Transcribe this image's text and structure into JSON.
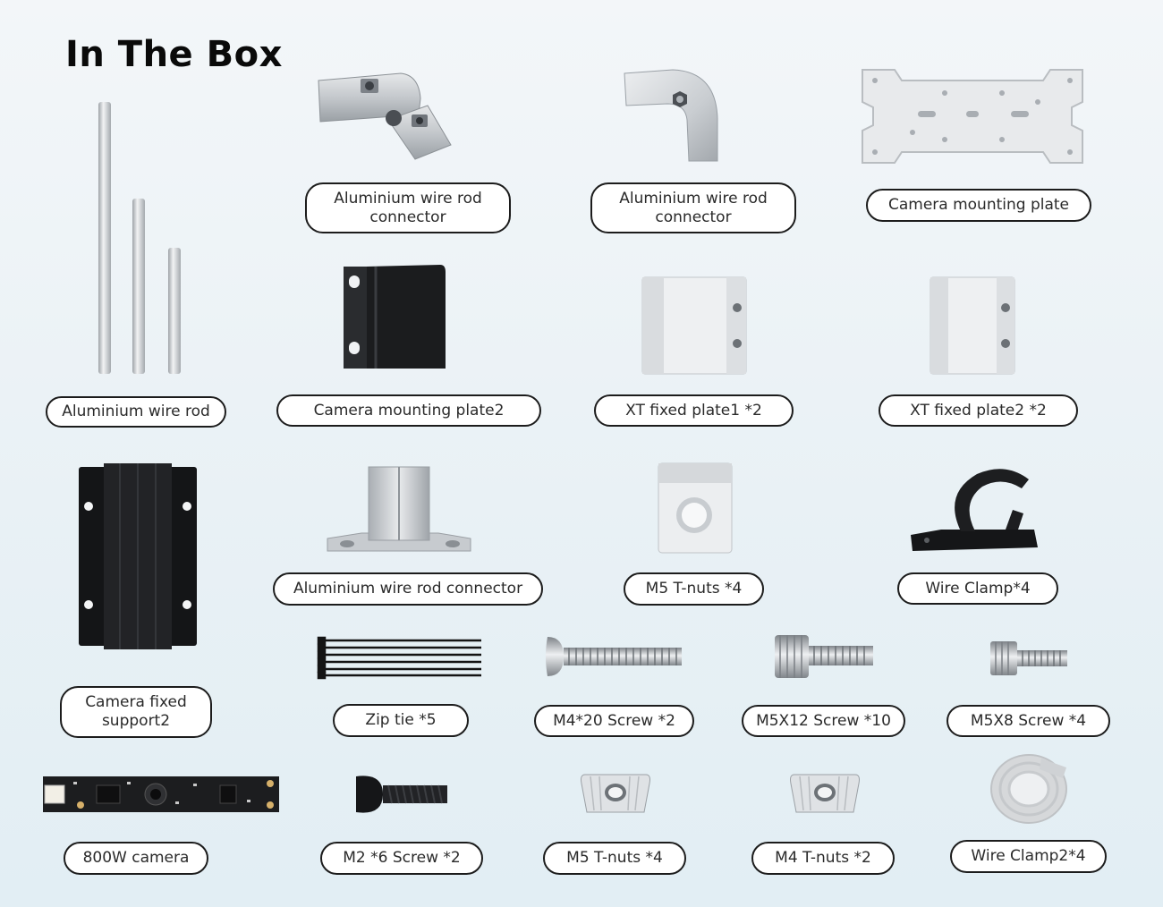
{
  "title": "In The Box",
  "items": [
    {
      "label": "Aluminium wire rod\nconnector",
      "icon": "corner-connector-icon"
    },
    {
      "label": "Aluminium wire rod\nconnector",
      "icon": "elbow-connector-icon"
    },
    {
      "label": "Camera mounting plate",
      "icon": "mounting-plate-icon"
    },
    {
      "label": "Aluminium wire rod",
      "icon": "rods-icon"
    },
    {
      "label": "Camera mounting plate2",
      "icon": "bracket-icon"
    },
    {
      "label": "XT fixed plate1 *2",
      "icon": "fixed-plate-icon"
    },
    {
      "label": "XT fixed plate2 *2",
      "icon": "fixed-plate-icon"
    },
    {
      "label": "Camera fixed\nsupport2",
      "icon": "support-icon"
    },
    {
      "label": "Aluminium wire rod connector",
      "icon": "flange-connector-icon"
    },
    {
      "label": "M5 T-nuts *4",
      "icon": "t-nut-block-icon"
    },
    {
      "label": "Wire Clamp*4",
      "icon": "wire-clamp-icon"
    },
    {
      "label": "Zip tie *5",
      "icon": "zip-tie-icon"
    },
    {
      "label": "M4*20 Screw *2",
      "icon": "screw-icon"
    },
    {
      "label": "M5X12 Screw *10",
      "icon": "screw-icon"
    },
    {
      "label": "M5X8 Screw *4",
      "icon": "screw-icon"
    },
    {
      "label": "800W camera",
      "icon": "camera-board-icon"
    },
    {
      "label": "M2 *6  Screw *2",
      "icon": "black-screw-icon"
    },
    {
      "label": "M5 T-nuts *4",
      "icon": "t-nut-icon"
    },
    {
      "label": "M4 T-nuts *2",
      "icon": "t-nut-icon"
    },
    {
      "label": "Wire Clamp2*4",
      "icon": "velcro-roll-icon"
    }
  ]
}
